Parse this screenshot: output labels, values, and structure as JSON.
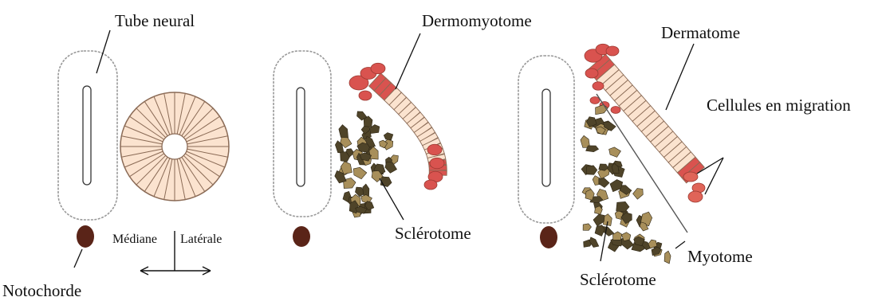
{
  "labels": {
    "tube_neural": "Tube neural",
    "dermomyotome": "Dermomyotome",
    "dermatome": "Dermatome",
    "cellules_migration": "Cellules en migration",
    "notochorde": "Notochorde",
    "mediane": "Médiane",
    "laterale": "Latérale",
    "sclerotome_1": "Sclérotome",
    "sclerotome_2": "Sclérotome",
    "myotome": "Myotome"
  },
  "colors": {
    "somite_fill": "#fbe3cf",
    "somite_stroke": "#8a6a55",
    "dermo_red": "#d9534f",
    "sclero_dark": "#4f4429",
    "sclero_tan": "#a88f5a",
    "notochord": "#5a2418",
    "migrating": "#e06458"
  }
}
